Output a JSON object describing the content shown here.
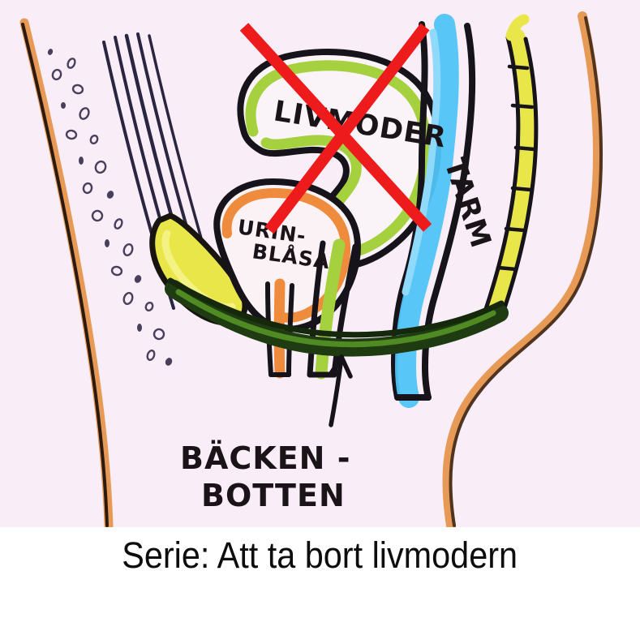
{
  "illustration": {
    "title": "sagittal pelvic anatomy hand drawing",
    "background_color": "#f9eef7",
    "labels": {
      "uterus": "LIVMODER",
      "bladder_line1": "URIN-",
      "bladder_line2": "BLÅSA",
      "bowel": "TARM",
      "pelvic_floor_line1": "BÄCKEN -",
      "pelvic_floor_line2": "BOTTEN"
    },
    "annotation": {
      "cross_out_color": "#ed1b1b",
      "cross_out_target": "LIVMODER",
      "arrow_target": "BÄCKEN-BOTTEN"
    },
    "colors": {
      "uterus_green": "#a6d13f",
      "bladder_orange": "#ef8b3c",
      "bowel_blue": "#4fc3f7",
      "bone_yellow": "#e9e64a",
      "body_contour_orange": "#eb9a4e",
      "pelvic_floor_dark": "#1f3b12",
      "ink_black": "#15121a"
    }
  },
  "caption": {
    "text": "Serie: Att ta bort livmodern"
  }
}
